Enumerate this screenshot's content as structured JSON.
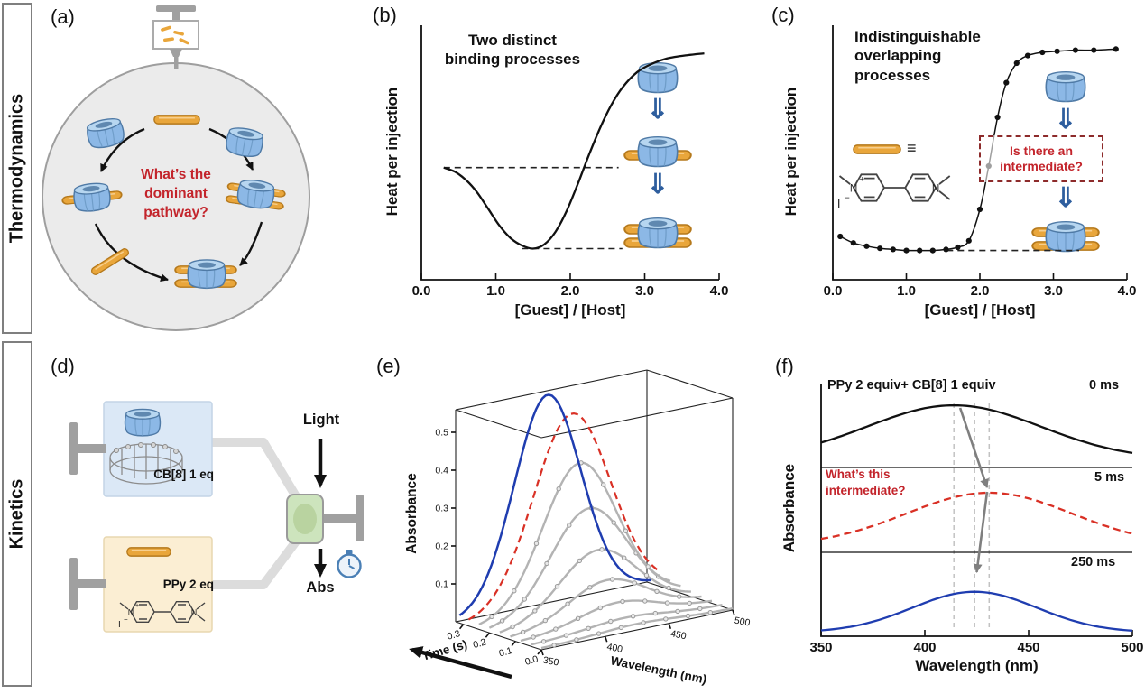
{
  "sidebar": {
    "thermodynamics": "Thermodynamics",
    "kinetics": "Kinetics"
  },
  "icons": {
    "double_down_arrow": "⇓",
    "equivalence_bars": "≡"
  },
  "molecule": {
    "n": "N",
    "plus": "+",
    "iodide": "I",
    "minus": "−"
  },
  "colors": {
    "accent_red": "#c3242b",
    "host_blue": "#8cb8e6",
    "guest_orange": "#e9a63b",
    "double_arrow_blue": "#2e5e9e",
    "intermediate_red": "#d93025",
    "final_blue": "#1f3db0"
  },
  "panels": {
    "a": {
      "tag": "(a)",
      "question": "What’s the\ndominant\npathway?"
    },
    "b": {
      "tag": "(b)",
      "title": "Two distinct\nbinding processes",
      "ylabel": "Heat per injection",
      "xlabel": "[Guest] / [Host]",
      "xticks": [
        "0.0",
        "1.0",
        "2.0",
        "3.0",
        "4.0"
      ]
    },
    "c": {
      "tag": "(c)",
      "title": "Indistinguishable\noverlapping\nprocesses",
      "question": "Is there an\nintermediate?",
      "ylabel": "Heat per injection",
      "xlabel": "[Guest] / [Host]",
      "xticks": [
        "0.0",
        "1.0",
        "2.0",
        "3.0",
        "4.0"
      ]
    },
    "d": {
      "tag": "(d)",
      "cb8_label": "CB[8] 1 eq",
      "ppy_label": "PPy 2 eq",
      "light_label": "Light",
      "abs_label": "Abs"
    },
    "e": {
      "tag": "(e)",
      "ylabel": "Absorbance",
      "yticks": [
        "0.1",
        "0.2",
        "0.3",
        "0.4",
        "0.5"
      ],
      "time_label": "Time (s)",
      "time_ticks": [
        "0.0",
        "0.1",
        "0.2",
        "0.3"
      ],
      "wl_label": "Wavelength (nm)",
      "wl_ticks": [
        "350",
        "400",
        "450",
        "500"
      ]
    },
    "f": {
      "tag": "(f)",
      "header": "PPy 2 equiv+ CB[8] 1 equiv",
      "question": "What’s this\nintermediate?",
      "time_labels": [
        "0 ms",
        "5 ms",
        "250 ms"
      ],
      "ylabel": "Absorbance",
      "xlabel": "Wavelength (nm)",
      "xticks": [
        "350",
        "400",
        "450",
        "500"
      ]
    }
  },
  "chart_data": [
    {
      "id": "itc_b",
      "panel": "b",
      "type": "line",
      "title": "Two distinct binding processes",
      "xlabel": "[Guest] / [Host]",
      "ylabel": "Heat per injection",
      "xlim": [
        0,
        4
      ],
      "ylim": [
        -1.3,
        1.15
      ],
      "xtick_vals": [
        0,
        1,
        2,
        3,
        4
      ],
      "x": [
        0.3,
        0.45,
        0.6,
        0.75,
        0.9,
        1.05,
        1.2,
        1.35,
        1.5,
        1.65,
        1.8,
        1.95,
        2.1,
        2.25,
        2.4,
        2.55,
        2.7,
        2.9,
        3.1,
        3.3,
        3.55,
        3.8
      ],
      "y": [
        -0.22,
        -0.26,
        -0.34,
        -0.46,
        -0.62,
        -0.78,
        -0.9,
        -0.97,
        -1.0,
        -0.96,
        -0.84,
        -0.64,
        -0.38,
        -0.1,
        0.16,
        0.38,
        0.55,
        0.7,
        0.78,
        0.83,
        0.86,
        0.88
      ],
      "dashed_levels": [
        {
          "y": -0.22,
          "x1": 0.3,
          "x2": 2.65
        },
        {
          "y": -1.0,
          "x1": 1.35,
          "x2": 2.7
        }
      ]
    },
    {
      "id": "itc_c",
      "panel": "c",
      "type": "scatter+line",
      "title": "Indistinguishable overlapping processes",
      "xlabel": "[Guest] / [Host]",
      "ylabel": "Heat per injection",
      "xlim": [
        0,
        4
      ],
      "ylim": [
        -1.2,
        1.15
      ],
      "xtick_vals": [
        0,
        1,
        2,
        3,
        4
      ],
      "x": [
        0.1,
        0.28,
        0.46,
        0.64,
        0.82,
        1.0,
        1.18,
        1.36,
        1.54,
        1.7,
        1.85,
        2.0,
        2.12,
        2.24,
        2.36,
        2.5,
        2.65,
        2.85,
        3.05,
        3.3,
        3.55,
        3.85
      ],
      "y": [
        -0.8,
        -0.86,
        -0.89,
        -0.91,
        -0.92,
        -0.93,
        -0.93,
        -0.93,
        -0.92,
        -0.9,
        -0.84,
        -0.55,
        -0.15,
        0.3,
        0.62,
        0.8,
        0.87,
        0.9,
        0.91,
        0.92,
        0.92,
        0.93
      ],
      "dashed_levels": [
        {
          "y": -0.93,
          "x1": 1.55,
          "x2": 3.35
        }
      ]
    },
    {
      "id": "kinetics_3d",
      "panel": "e",
      "type": "waterfall-3d",
      "ylabel": "Absorbance",
      "time_label": "Time (s)",
      "wl_label": "Wavelength (nm)",
      "abs_ticks": [
        0.1,
        0.2,
        0.3,
        0.4,
        0.5
      ],
      "time_ticks": [
        0.0,
        0.1,
        0.2,
        0.3
      ],
      "wl_ticks": [
        350,
        400,
        450,
        500
      ],
      "wl_range": [
        350,
        500
      ],
      "time_range": [
        0,
        0.33
      ],
      "abs_range": [
        0,
        0.58
      ],
      "series": [
        {
          "t": 0.0,
          "amp": 0.012,
          "peak": 425,
          "sigma": 30,
          "style": "gray"
        },
        {
          "t": 0.04,
          "amp": 0.02,
          "peak": 425,
          "sigma": 30,
          "style": "gray"
        },
        {
          "t": 0.08,
          "amp": 0.05,
          "peak": 426,
          "sigma": 30,
          "style": "gray"
        },
        {
          "t": 0.12,
          "amp": 0.1,
          "peak": 426,
          "sigma": 30,
          "style": "gray"
        },
        {
          "t": 0.16,
          "amp": 0.17,
          "peak": 427,
          "sigma": 30,
          "style": "gray"
        },
        {
          "t": 0.2,
          "amp": 0.27,
          "peak": 428,
          "sigma": 30,
          "style": "gray"
        },
        {
          "t": 0.24,
          "amp": 0.38,
          "peak": 429,
          "sigma": 29,
          "style": "gray"
        },
        {
          "t": 0.28,
          "amp": 0.5,
          "peak": 431,
          "sigma": 30,
          "style": "red-dashed"
        },
        {
          "t": 0.315,
          "amp": 0.55,
          "peak": 419,
          "sigma": 26,
          "style": "blue"
        }
      ]
    },
    {
      "id": "spectra_f",
      "panel": "f",
      "type": "stacked-spectra",
      "xlabel": "Wavelength (nm)",
      "ylabel": "Absorbance",
      "xlim": [
        350,
        500
      ],
      "xtick_vals": [
        350,
        400,
        450,
        500
      ],
      "series": [
        {
          "name": "0 ms",
          "color": "#111111",
          "style": "solid",
          "peak": 414,
          "sigma": 42,
          "amp": 0.83,
          "base": 0.12
        },
        {
          "name": "5 ms",
          "color": "#d93025",
          "style": "dashed",
          "peak": 431,
          "sigma": 40,
          "amp": 0.8,
          "base": 0.1
        },
        {
          "name": "250 ms",
          "color": "#1f3db0",
          "style": "solid",
          "peak": 424,
          "sigma": 30,
          "amp": 0.62,
          "base": 0.06
        }
      ],
      "guide_lines_nm": [
        414,
        424,
        431
      ],
      "arrows": [
        {
          "from_nm": 417,
          "to_nm": 430,
          "from_band": 0,
          "to_band": 1
        },
        {
          "from_nm": 430,
          "to_nm": 425,
          "from_band": 1,
          "to_band": 2
        }
      ]
    }
  ]
}
